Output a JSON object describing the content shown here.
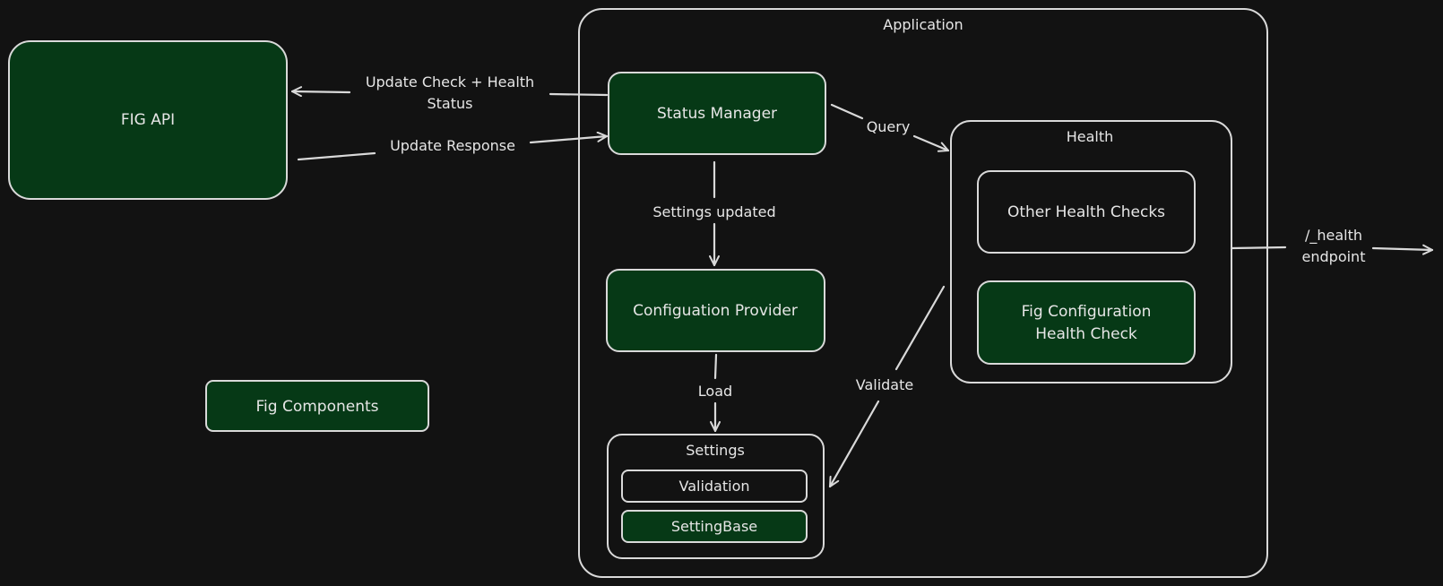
{
  "nodes": {
    "fig_api": "FIG API",
    "fig_components": "Fig Components",
    "application": "Application",
    "status_manager": "Status Manager",
    "configuration_provider": "Configuation Provider",
    "settings": "Settings",
    "validation": "Validation",
    "setting_base": "SettingBase",
    "health": "Health",
    "other_health_checks": "Other Health Checks",
    "fig_config_health_check_line1": "Fig Configuration",
    "fig_config_health_check_line2": "Health Check"
  },
  "edges": {
    "update_check_line1": "Update Check + Health",
    "update_check_line2": "Status",
    "update_response": "Update Response",
    "query": "Query",
    "settings_updated": "Settings updated",
    "load": "Load",
    "validate": "Validate",
    "health_endpoint_line1": "/_health",
    "health_endpoint_line2": "endpoint"
  },
  "colors": {
    "background": "#121212",
    "node_fill": "#063916",
    "stroke": "#d9d9d9",
    "text": "#e6e6e6"
  }
}
